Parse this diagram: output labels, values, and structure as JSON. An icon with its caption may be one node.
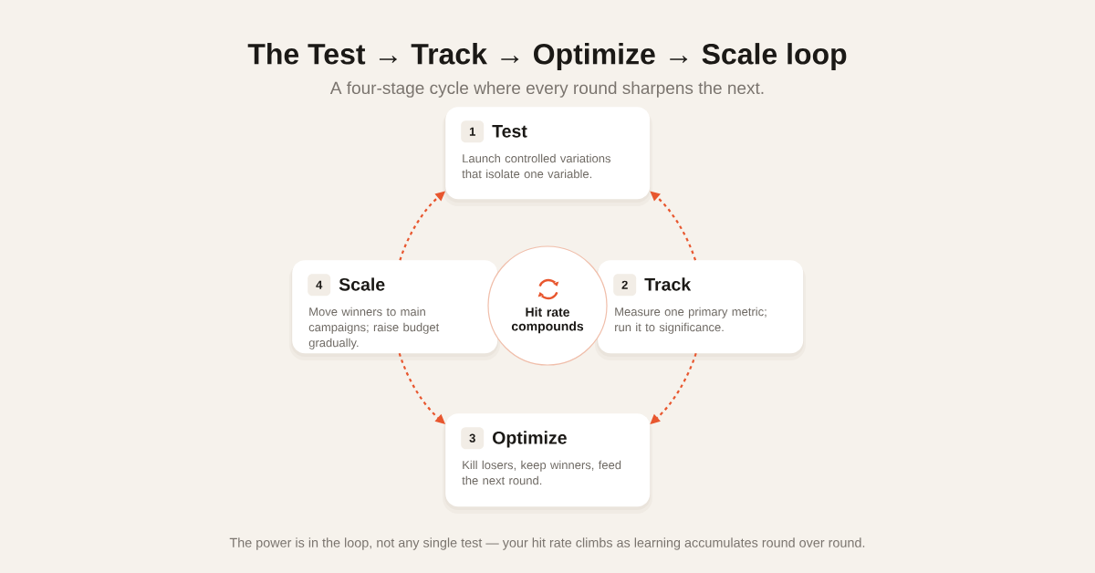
{
  "diagram": {
    "title": "The Test → Track → Optimize → Scale loop",
    "caption": "The power is in the loop, not any single test — your hit rate climbs as learning accumulates round over round.",
    "nodes": [
      {
        "text": [
          "1",
          "Test",
          "Launch controlled variations that isolate one variable."
        ]
      },
      {
        "text": [
          "4",
          "Scale",
          "Move winners to main campaigns; raise budget gradually."
        ]
      },
      {
        "text": [
          "Hit rate compounds"
        ]
      },
      {
        "text": [
          "2",
          "Track",
          "Measure one primary metric; run it to significance."
        ]
      },
      {
        "text": [
          "3",
          "Optimize",
          "Kill losers, keep winners, feed the next round."
        ]
      }
    ],
    "edges": [
      {
        "from": 1,
        "to": 0,
        "arrow": "to",
        "style": "dashed"
      },
      {
        "from": 3,
        "to": 0,
        "arrow": "to",
        "style": "dashed"
      },
      {
        "from": 1,
        "to": 4,
        "arrow": "to",
        "style": "dashed"
      },
      {
        "from": 3,
        "to": 4,
        "arrow": "to",
        "style": "dashed"
      }
    ],
    "labels": [
      "A four-stage cycle where every round sharpens the next."
    ]
  }
}
